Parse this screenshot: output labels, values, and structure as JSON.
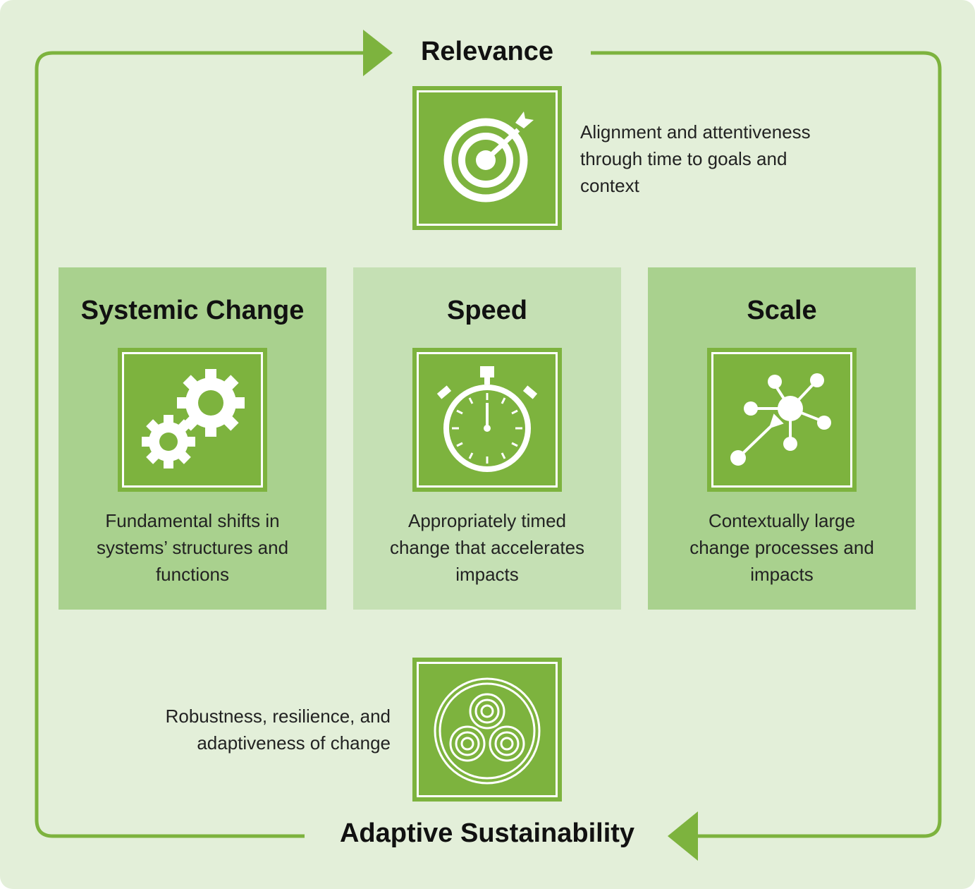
{
  "relevance": {
    "title": "Relevance",
    "description": [
      "Alignment and attentiveness",
      "through time to goals and",
      "context"
    ],
    "icon": "target-icon"
  },
  "panels": [
    {
      "title": "Systemic Change",
      "description": [
        "Fundamental shifts in",
        "systems’ structures and",
        "functions"
      ],
      "icon": "gears-icon",
      "color": "#a9d18e"
    },
    {
      "title": "Speed",
      "description": [
        "Appropriately timed",
        "change that accelerates",
        "impacts"
      ],
      "icon": "stopwatch-icon",
      "color": "#c5e0b4"
    },
    {
      "title": "Scale",
      "description": [
        "Contextually large",
        "change processes and",
        "impacts"
      ],
      "icon": "network-icon",
      "color": "#a9d18e"
    }
  ],
  "sustainability": {
    "title": "Adaptive Sustainability",
    "description": [
      "Robustness, resilience, and",
      "adaptiveness of change"
    ],
    "icon": "triple-spiral-icon"
  },
  "colors": {
    "accent": "#7db33e",
    "background": "#e3efd9"
  }
}
